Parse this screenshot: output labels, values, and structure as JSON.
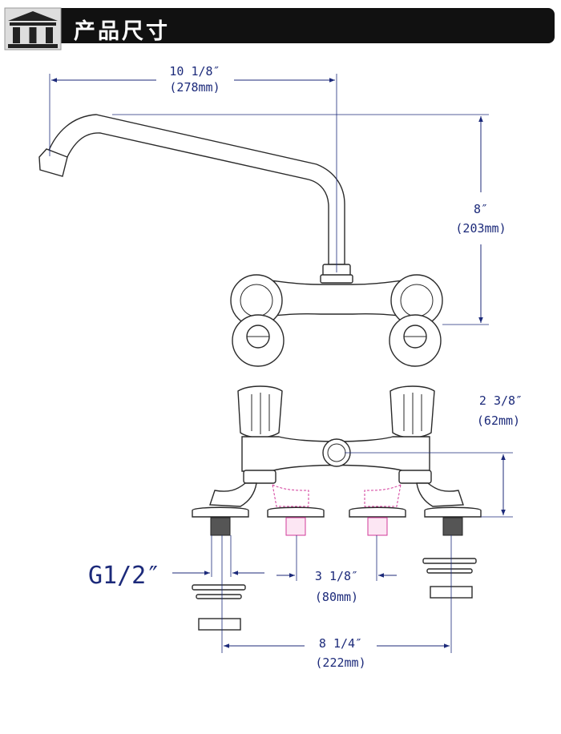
{
  "header": {
    "title": "产品尺寸",
    "emblem_icon": "building-columns-icon",
    "bar_color": "#111111",
    "title_color": "#ffffff"
  },
  "dimensions": {
    "spout_reach": {
      "inch": "10 1/8″",
      "mm": "(278mm)"
    },
    "spout_height": {
      "inch": "8″",
      "mm": "(203mm)"
    },
    "body_height": {
      "inch": "2 3/8″",
      "mm": "(62mm)"
    },
    "thread": {
      "label": "G1/2″"
    },
    "min_center": {
      "inch": "3 1/8″",
      "mm": "(80mm)"
    },
    "max_center": {
      "inch": "8 1/4″",
      "mm": "(222mm)"
    }
  },
  "colors": {
    "dimension": "#1c2a7a",
    "outline": "#2a2a2a",
    "alt_position": "#d23a9a"
  }
}
